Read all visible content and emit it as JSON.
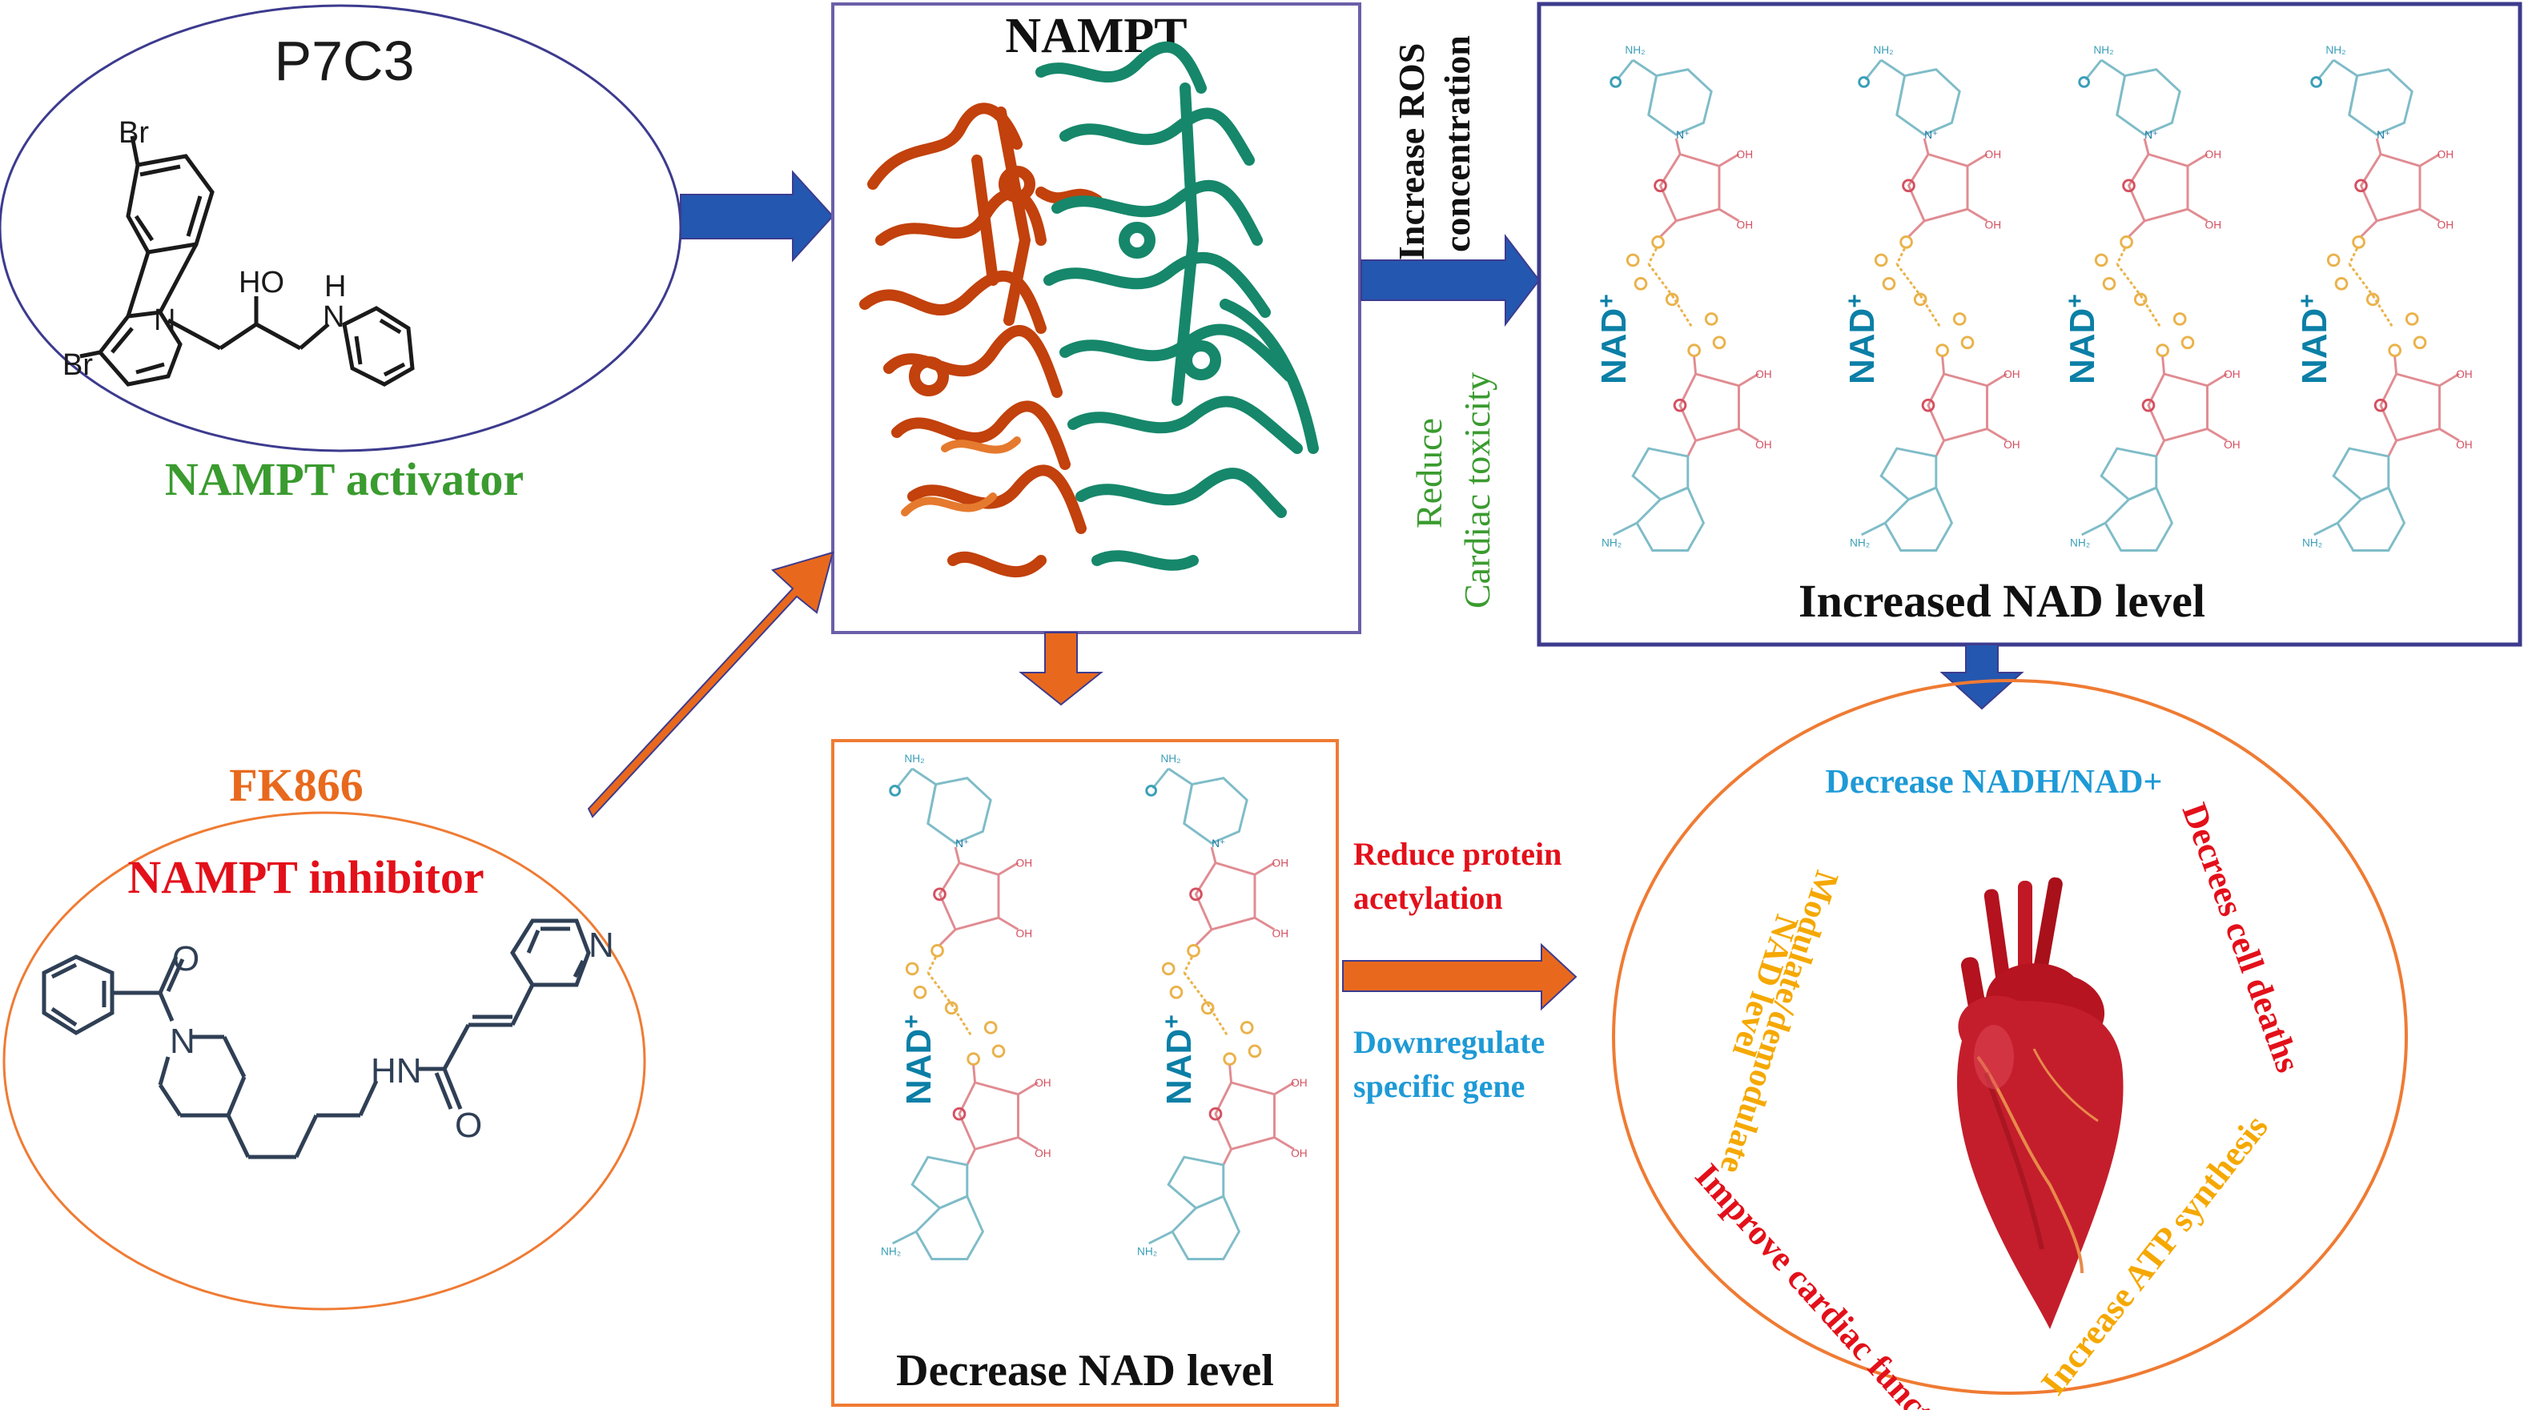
{
  "figure": {
    "title": "NAMPT modulation and cardiac effects"
  },
  "activator": {
    "name": "P7C3",
    "role": "NAMPT activator",
    "atoms": {
      "br_top": "Br",
      "br_bottom": "Br",
      "n": "N",
      "ho": "HO",
      "nh_h": "H",
      "nh_n": "N"
    },
    "color": "#3a9b2f",
    "border_color": "#3d3b8e"
  },
  "inhibitor": {
    "name": "FK866",
    "role": "NAMPT inhibitor",
    "atoms": {
      "o_top": "O",
      "n_pip": "N",
      "hn": "HN",
      "o_bottom": "O",
      "n_pyr": "N"
    },
    "name_color": "#e8691d",
    "role_color": "#e3101a",
    "border_color": "#ef7b33"
  },
  "enzyme": {
    "title": "NAMPT",
    "chain_colors": [
      "#c2410c",
      "#16876a"
    ]
  },
  "arrows": {
    "top_label": [
      "Increase ROS",
      "concentration"
    ],
    "side_label": [
      "Reduce",
      "Cardiac toxicity"
    ],
    "side_label_color": "#3a9b2f",
    "down_right_labels": {
      "upper": [
        "Reduce protein",
        "acetylation"
      ],
      "upper_color": "#e3101a",
      "lower": [
        "Downregulate",
        "specific gene"
      ],
      "lower_color": "#1e9ad6"
    },
    "blue": "#2457b0",
    "orange": "#e8691d",
    "outline": "#3d3b8e"
  },
  "increased_panel": {
    "caption": "Increased NAD level",
    "molecule_label": "NAD",
    "molecule_sup": "+",
    "count": 4
  },
  "decreased_panel": {
    "caption": "Decrease NAD level",
    "molecule_label": "NAD",
    "molecule_sup": "+",
    "count": 2
  },
  "heart_panel": {
    "effects": [
      {
        "text": "Decrease NADH/NAD+",
        "color": "#1e9ad6"
      },
      {
        "text": "Decrees cell deaths",
        "color": "#e3101a"
      },
      {
        "text": "Increase ATP synthesis",
        "color": "#f5a800"
      },
      {
        "text": "Improve cardiac function",
        "color": "#e3101a"
      },
      {
        "text": "Modulate/demodulate",
        "color": "#f5a800"
      },
      {
        "text": "NAD level",
        "color": "#f5a800"
      }
    ],
    "border_color": "#ef7b33"
  }
}
